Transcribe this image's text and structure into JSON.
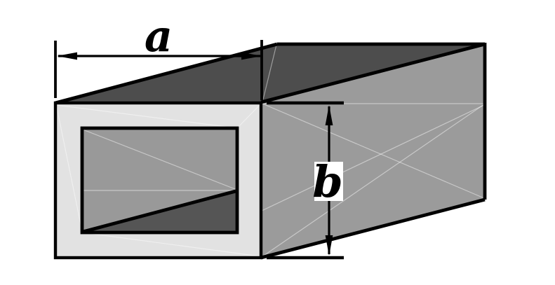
{
  "drawing": {
    "kind": "isometric-hollow-rectangular-tube",
    "labels": {
      "a": "a",
      "b": "b"
    },
    "colors": {
      "background": "#ffffff",
      "top_face": "#4d4d4d",
      "side_face": "#9b9b9b",
      "front_face": "#e2e2e2",
      "inner_wall": "#999999",
      "inner_bottom_wall": "#555555",
      "edges": "#000000",
      "dimension": "#000000",
      "label_background": "#ffffff"
    }
  }
}
